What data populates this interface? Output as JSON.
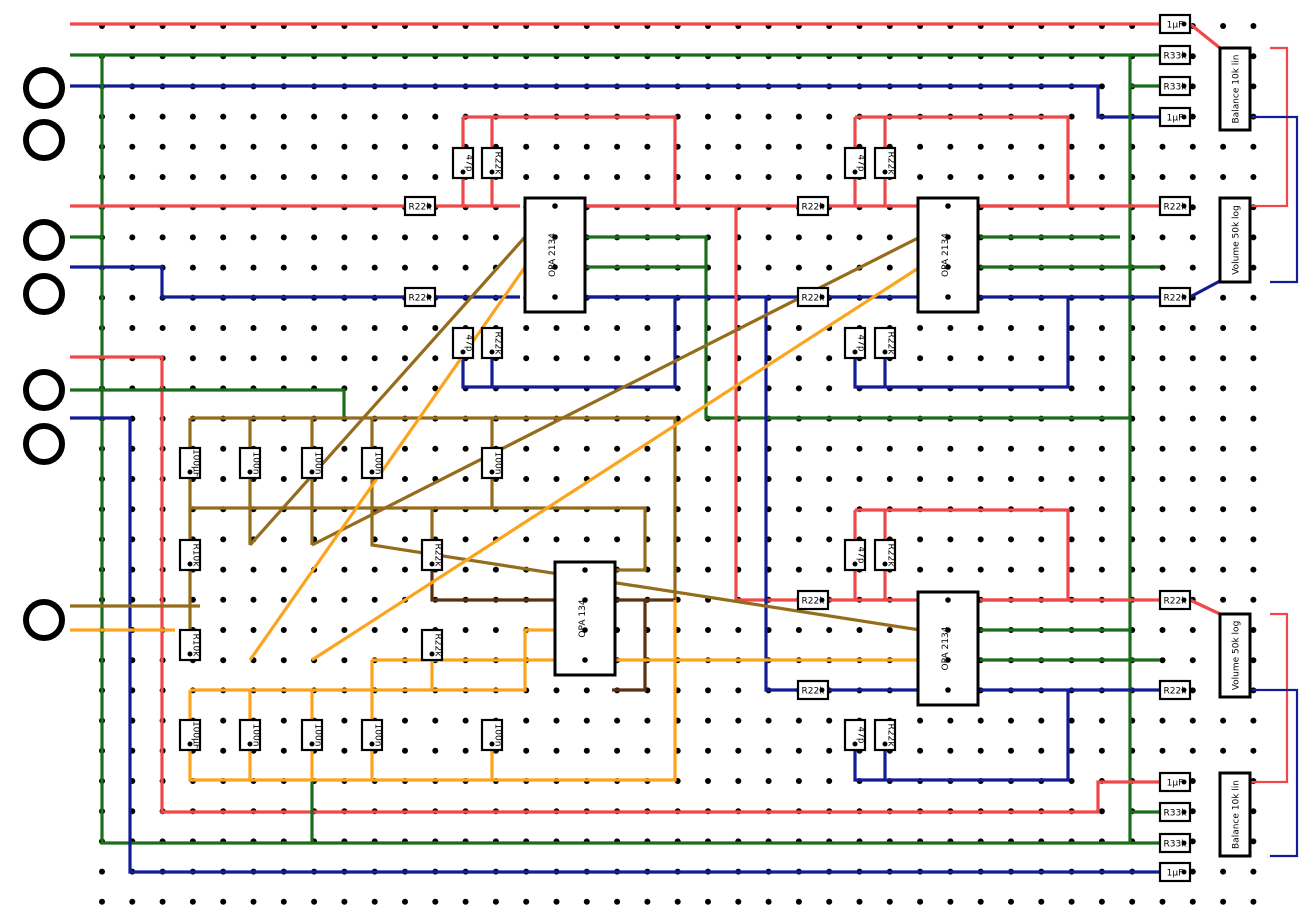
{
  "colors": {
    "red": "#f04848",
    "green": "#1a6e1a",
    "blue": "#121c96",
    "olive": "#946c1c",
    "orange": "#fca41c",
    "brown": "#5a3212",
    "dot": "#000000"
  },
  "labels": {
    "c_1uF": "1µF",
    "r33k": "R33k",
    "r22k": "R22k",
    "c_47p": "47p",
    "c_100n": "100n",
    "c_100uF": "100µF",
    "r10k": "R10k",
    "ic_opa2134": "OPA 2134",
    "ic_opa134": "OPA 134",
    "pot_balance": "Balance 10k lin",
    "pot_volume": "Volume 50k log"
  }
}
